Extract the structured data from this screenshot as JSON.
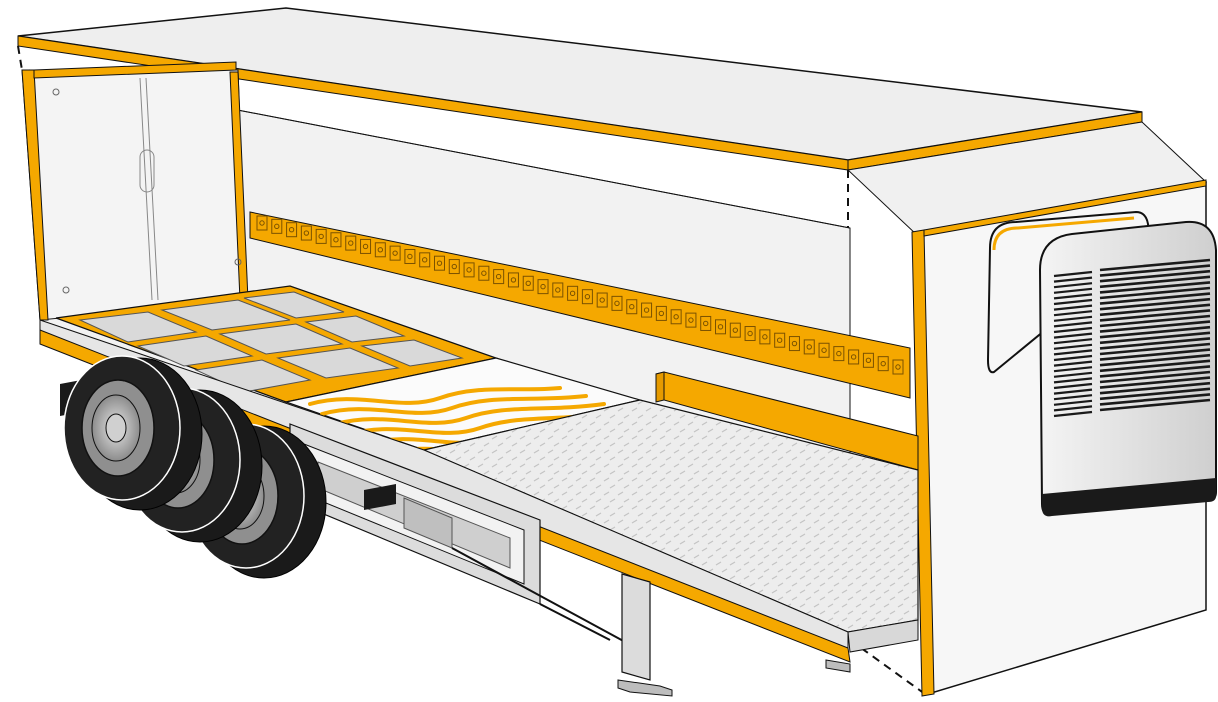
{
  "illustration": {
    "subject": "refrigerated-semi-trailer-cutaway",
    "palette": {
      "accent": "#f5a800",
      "outline": "#111111",
      "panel_light": "#f2f2f2",
      "panel_mid": "#dcdcdc",
      "panel_dark": "#a8a8a8",
      "tire": "#1a1a1a",
      "rim": "#9a9a9a"
    },
    "components": [
      "roof-panel",
      "front-wall",
      "rear-door-frame",
      "side-wall",
      "load-rail",
      "floor-grid-section",
      "insulation-foam-section",
      "checker-plate-floor",
      "chassis-frame",
      "axle-group",
      "landing-leg",
      "refrigeration-unit"
    ],
    "axle_count": 3
  }
}
